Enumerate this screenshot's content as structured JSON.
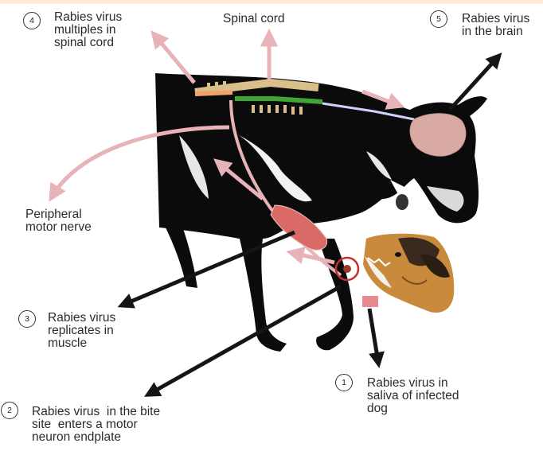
{
  "labels": {
    "step4": "Rabies virus\nmultiples in\nspinal cord",
    "spinal_cord": "Spinal cord",
    "step5": "Rabies virus\nin the brain",
    "peripheral": "Peripheral\nmotor nerve",
    "step3": "Rabies virus\nreplicates in\nmuscle",
    "step2": "Rabies virus  in the bite\nsite  enters a motor\nneuron endplate",
    "step1": "Rabies virus in\nsaliva of infected\ndog"
  },
  "step_numbers": {
    "s1": "1",
    "s2": "2",
    "s3": "3",
    "s4": "4",
    "s5": "5"
  },
  "colors": {
    "cow_black": "#0b0b0b",
    "arrow_pink": "#e7b3b8",
    "arrow_black": "#151515",
    "spinal_green": "#3fa535",
    "spinal_orange": "#f0a26b",
    "brain": "#d9a9a3",
    "muscle": "#d96a66",
    "dog_tan": "#c98a3c"
  }
}
